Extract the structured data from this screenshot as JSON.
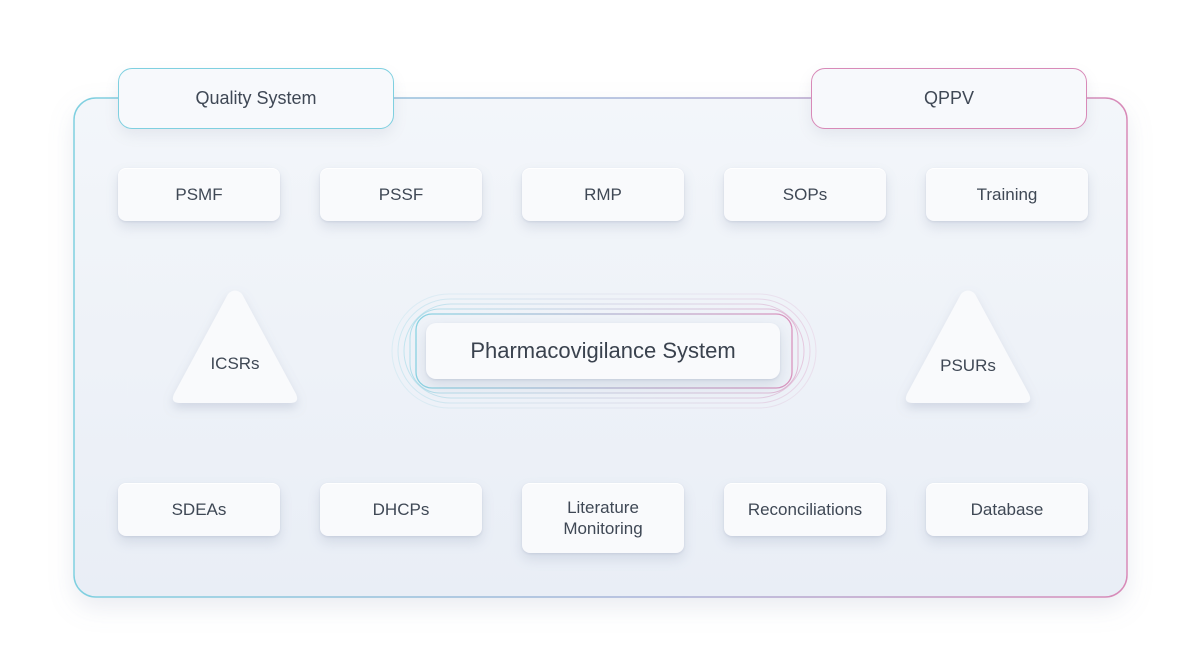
{
  "colors": {
    "accent_teal": "#7fd0e0",
    "accent_pink": "#d88ab8",
    "panel_bg": "#eef2f8",
    "card_bg": "#f9fafc",
    "text": "#3f4855"
  },
  "tabs": {
    "quality_system": "Quality System",
    "qppv": "QPPV"
  },
  "center": {
    "label": "Pharmacovigilance System"
  },
  "top_row": [
    {
      "label": "PSMF"
    },
    {
      "label": "PSSF"
    },
    {
      "label": "RMP"
    },
    {
      "label": "SOPs"
    },
    {
      "label": "Training"
    }
  ],
  "triangles": {
    "left": "ICSRs",
    "right": "PSURs"
  },
  "bottom_row": [
    {
      "label": "SDEAs"
    },
    {
      "label": "DHCPs"
    },
    {
      "label": "Literature Monitoring"
    },
    {
      "label": "Reconciliations"
    },
    {
      "label": "Database"
    }
  ]
}
